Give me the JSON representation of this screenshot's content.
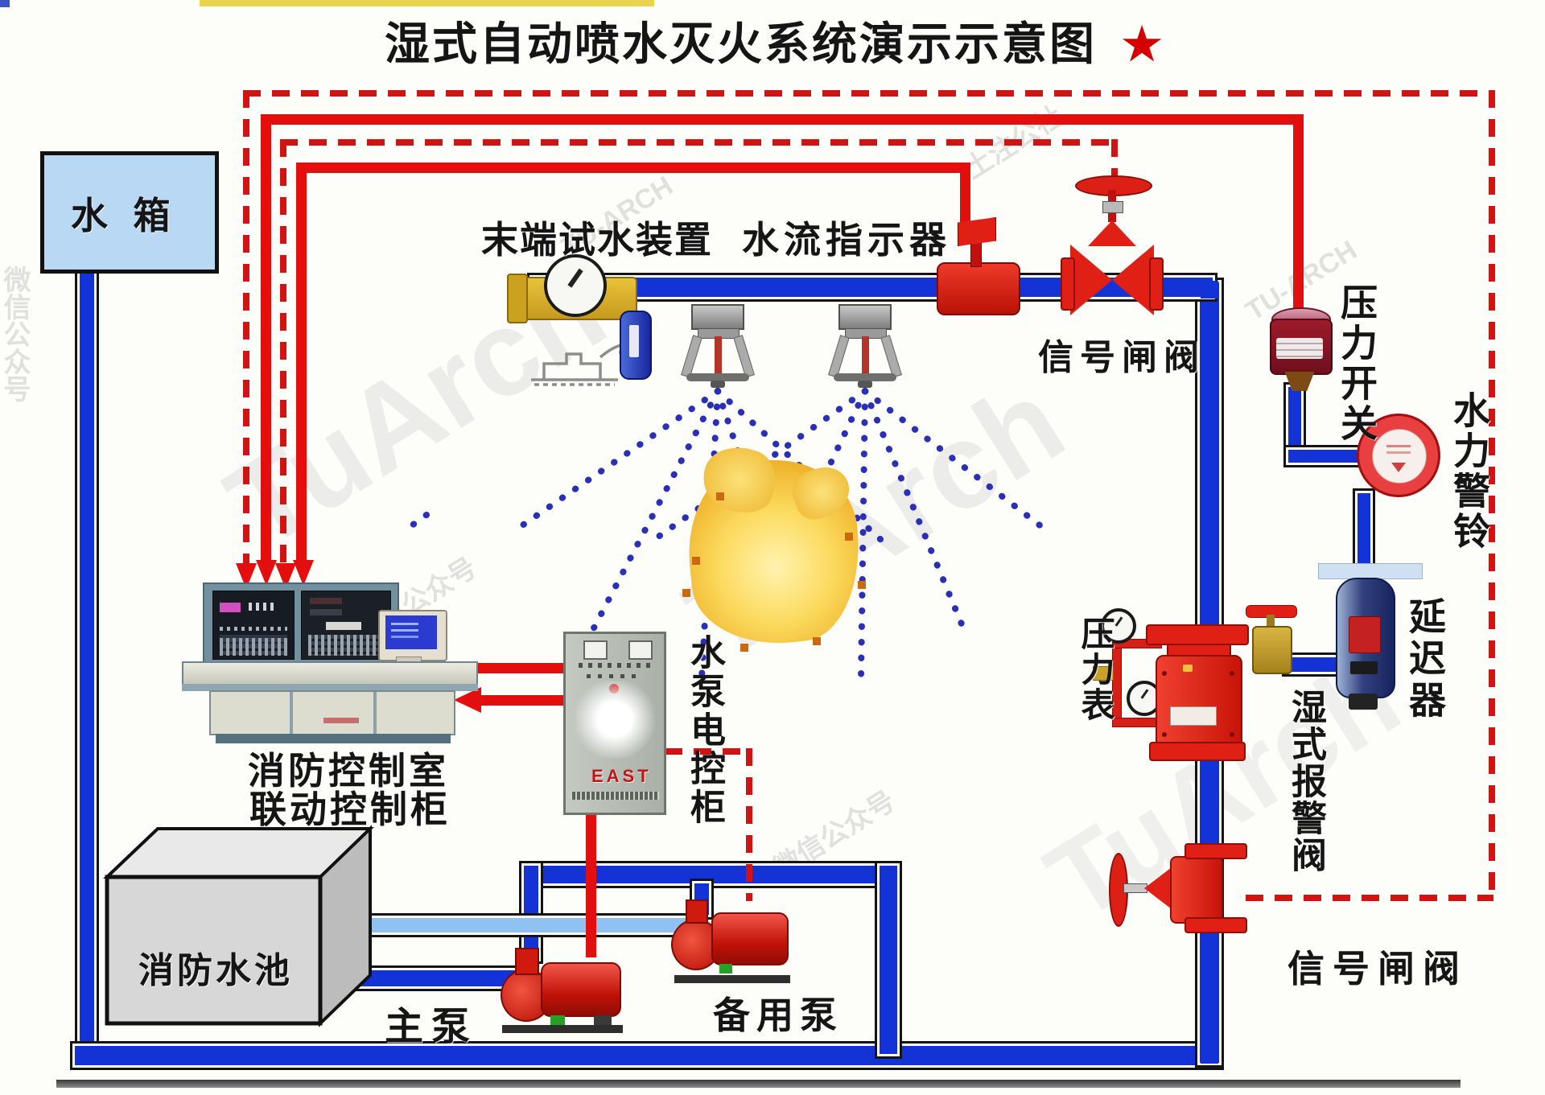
{
  "title": {
    "text": "湿式自动喷水灭火系统演示示意图",
    "star": "★"
  },
  "labels": {
    "water_tank": "水  箱",
    "end_test_device": "末端试水装置",
    "water_flow_indicator": "水流指示器",
    "signal_gate_valve_top": "信号闸阀",
    "pressure_switch": "压力开关",
    "hydraulic_alarm_bell": "水力警铃",
    "retarder": "延迟器",
    "pressure_gauge": "压力表",
    "wet_alarm_valve": "湿式报警阀",
    "signal_gate_valve_bottom": "信号闸阀",
    "fire_control_room_line1": "消防控制室",
    "fire_control_room_line2": "联动控制柜",
    "pump_control_cabinet": "水泵电控柜",
    "fire_water_pool": "消防水池",
    "main_pump": "主泵",
    "backup_pump": "备用泵"
  },
  "devices": {
    "cabinet_brand": "EAST"
  },
  "watermarks": {
    "tuarch": "TuArch",
    "tu_arch": "TU-ARCH",
    "wechat": "微信公众号",
    "community": "土注公社"
  },
  "colors": {
    "pipe_blue": "#1433d6",
    "pipe_light_blue": "#8fc2f0",
    "signal_red": "#e30e0e",
    "valve_red": "#e02015",
    "tank_blue": "#b8d8f4",
    "flame_yellow": "#f7d04a",
    "star_red": "#d40000"
  }
}
